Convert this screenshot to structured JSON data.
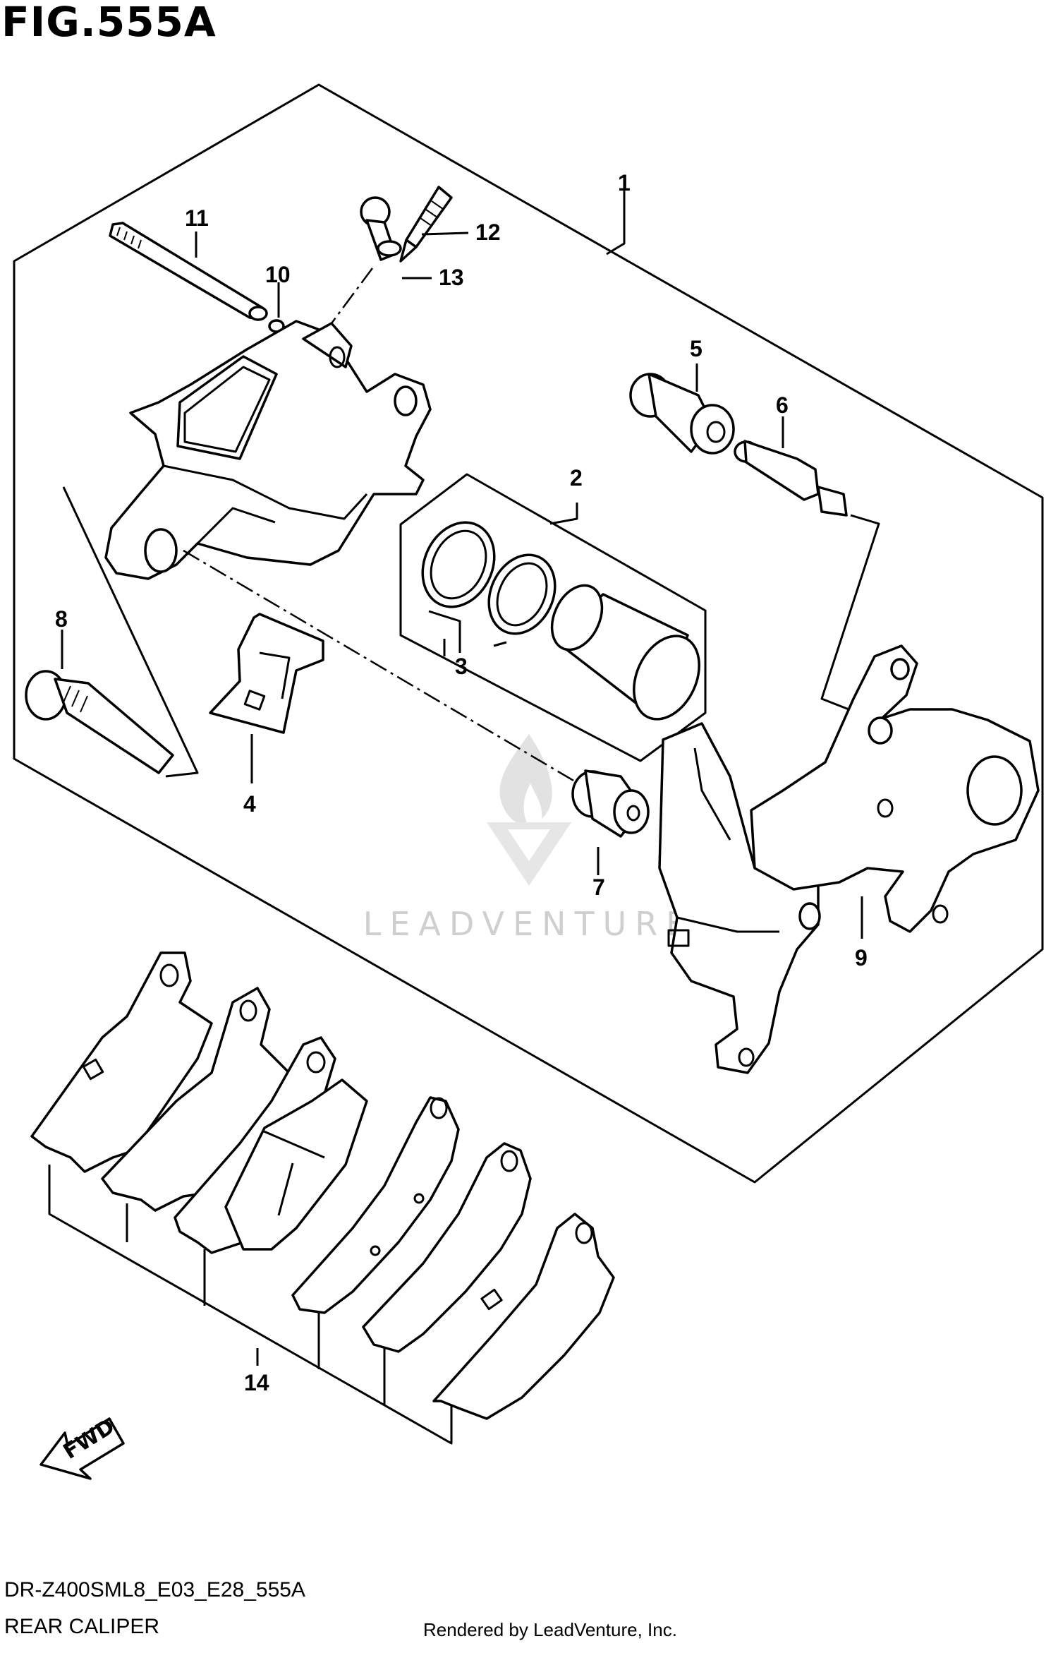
{
  "figure": {
    "title": "FIG.555A",
    "code": "DR-Z400SML8_E03_E28_555A",
    "caption": "REAR CALIPER"
  },
  "footer": {
    "rendered_by": "Rendered by LeadVenture, Inc."
  },
  "watermark": {
    "text": "LEADVENTURE"
  },
  "direction": {
    "label": "FWD"
  },
  "callouts": [
    "1",
    "2",
    "3",
    "4",
    "5",
    "6",
    "7",
    "8",
    "9",
    "10",
    "11",
    "12",
    "13",
    "14"
  ],
  "colors": {
    "ink": "#000000",
    "watermark": "#cfcfcf",
    "background": "#ffffff"
  },
  "icons": {
    "fwd": "fwd-arrow-icon",
    "watermark_logo": "leadventure-logo-icon"
  }
}
